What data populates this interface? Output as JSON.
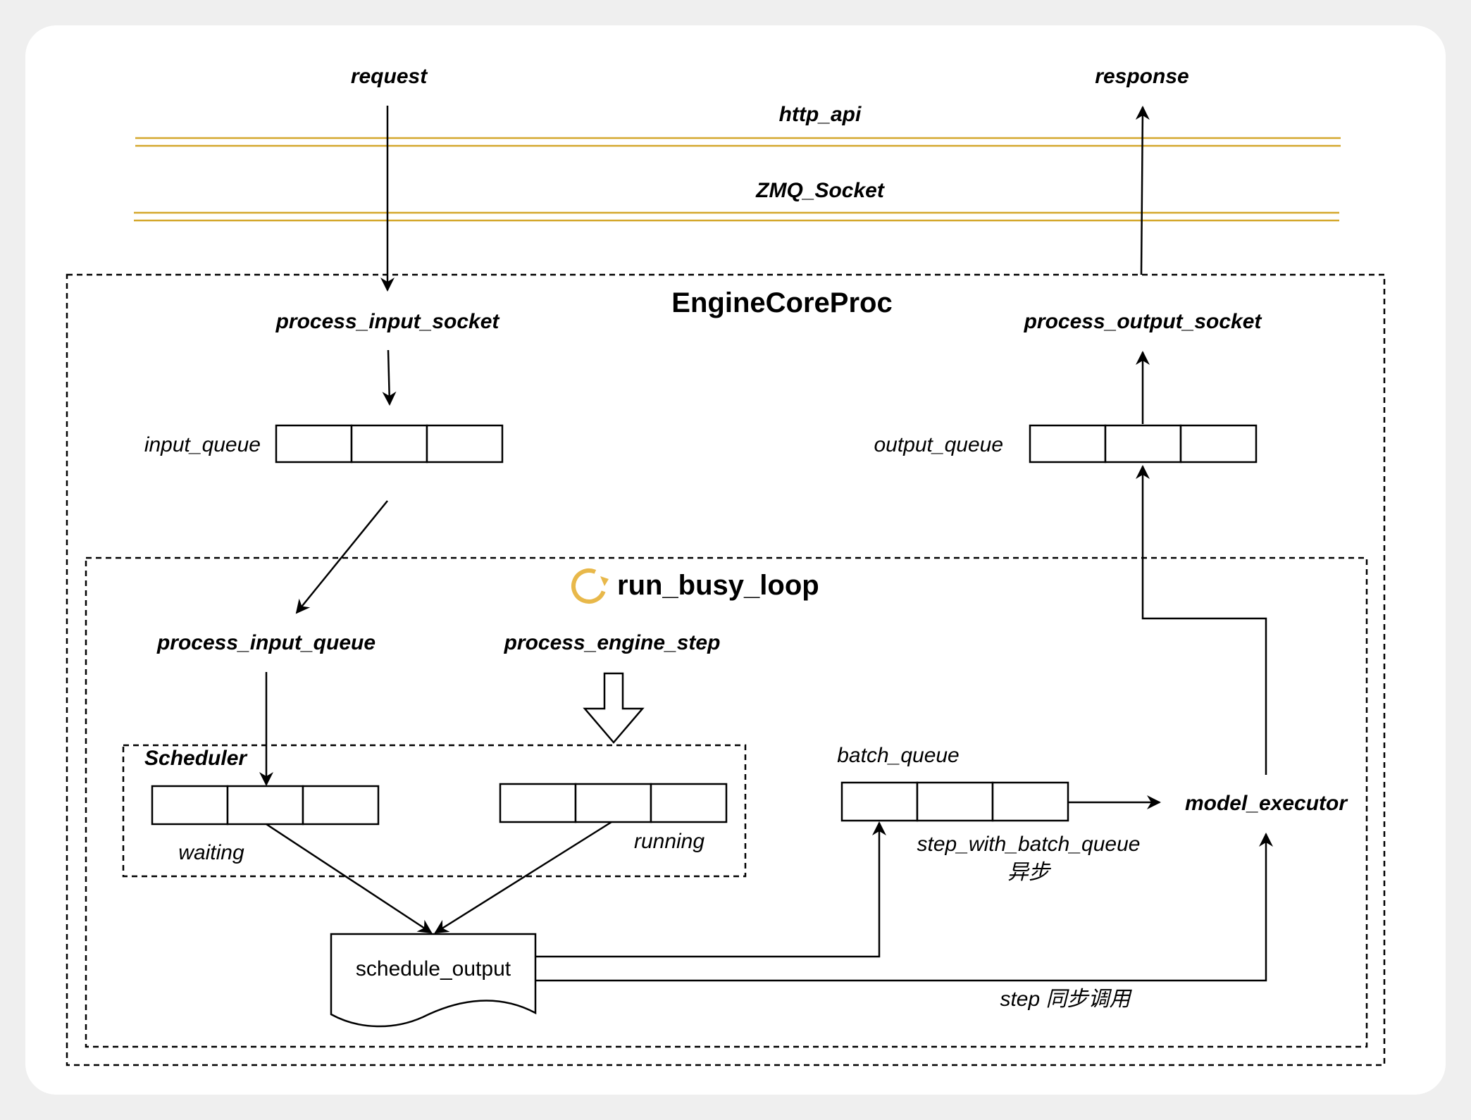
{
  "diagram": {
    "top_labels": {
      "request": "request",
      "response": "response",
      "http_api": "http_api",
      "zmq_socket": "ZMQ_Socket"
    },
    "engine_core": {
      "title": "EngineCoreProc",
      "process_input_socket": "process_input_socket",
      "process_output_socket": "process_output_socket",
      "input_queue": "input_queue",
      "output_queue": "output_queue"
    },
    "busy_loop": {
      "title": "run_busy_loop",
      "process_input_queue": "process_input_queue",
      "process_engine_step": "process_engine_step",
      "scheduler": {
        "title": "Scheduler",
        "waiting": "waiting",
        "running": "running"
      },
      "schedule_output": "schedule_output",
      "batch_queue": "batch_queue",
      "step_with_batch_queue": "step_with_batch_queue",
      "async_note": "异步",
      "step_sync": "step 同步调用",
      "model_executor": "model_executor"
    },
    "colors": {
      "pipe_lines": "#d4a72c",
      "loop_icon": "#e8b84a",
      "stroke": "#000000",
      "card": "#ffffff",
      "background": "#efefef"
    },
    "icons": {
      "loop": "loop-refresh-icon"
    }
  }
}
